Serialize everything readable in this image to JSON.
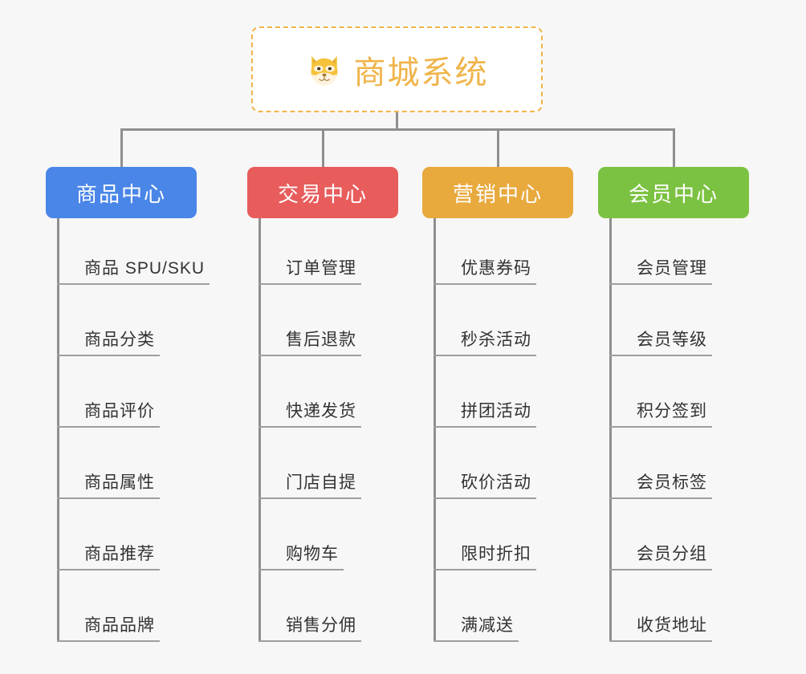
{
  "root": {
    "title": "商城系统",
    "icon": "shiba-dog-face-icon",
    "border_color": "#f0b44a",
    "text_color": "#f0b44a",
    "background": "#ffffff"
  },
  "canvas": {
    "background": "#f7f7f7",
    "connector_color": "#8f8f8f",
    "leaf_text_color": "#333333",
    "leaf_underline_color": "#9e9e9e"
  },
  "columns": [
    {
      "label": "商品中心",
      "color": "#4a86e8",
      "items": [
        "商品 SPU/SKU",
        "商品分类",
        "商品评价",
        "商品属性",
        "商品推荐",
        "商品品牌"
      ]
    },
    {
      "label": "交易中心",
      "color": "#e85c5c",
      "items": [
        "订单管理",
        "售后退款",
        "快递发货",
        "门店自提",
        "购物车",
        "销售分佣"
      ]
    },
    {
      "label": "营销中心",
      "color": "#e8a93d",
      "items": [
        "优惠券码",
        "秒杀活动",
        "拼团活动",
        "砍价活动",
        "限时折扣",
        "满减送"
      ]
    },
    {
      "label": "会员中心",
      "color": "#7cc242",
      "items": [
        "会员管理",
        "会员等级",
        "积分签到",
        "会员标签",
        "会员分组",
        "收货地址"
      ]
    }
  ]
}
